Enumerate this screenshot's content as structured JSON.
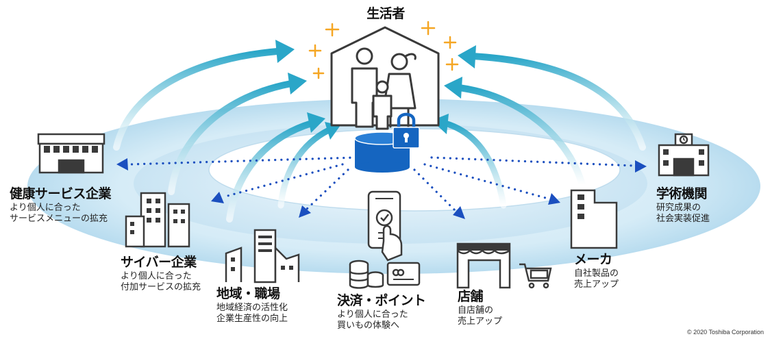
{
  "hub": {
    "title": "生活者"
  },
  "nodes": [
    {
      "id": "health",
      "title": "健康サービス企業",
      "lines": [
        "より個人に合った",
        "サービスメニューの拡充"
      ]
    },
    {
      "id": "cyber",
      "title": "サイバー企業",
      "lines": [
        "より個人に合った",
        "付加サービスの拡充"
      ]
    },
    {
      "id": "region",
      "title": "地域・職場",
      "lines": [
        "地域経済の活性化",
        "企業生産性の向上"
      ]
    },
    {
      "id": "payment",
      "title": "決済・ポイント",
      "lines": [
        "より個人に合った",
        "買いもの体験へ"
      ]
    },
    {
      "id": "store",
      "title": "店舗",
      "lines": [
        "自店舗の",
        "売上アップ"
      ]
    },
    {
      "id": "maker",
      "title": "メーカ",
      "lines": [
        "自社製品の",
        "売上アップ"
      ]
    },
    {
      "id": "academic",
      "title": "学術機関",
      "lines": [
        "研究成果の",
        "社会実装促進"
      ]
    }
  ],
  "footer": {
    "copyright": "© 2020 Toshiba Corporation"
  },
  "colors": {
    "arrow": "#2aa6c8",
    "dot": "#1b4fbf",
    "db": "#1565c0",
    "icon": "#3a3a3a",
    "spark": "#f5a623"
  }
}
